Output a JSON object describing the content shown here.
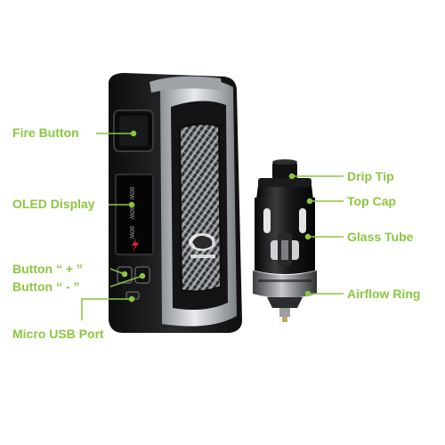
{
  "labels": {
    "fire_button": "Fire Button",
    "oled_display": "OLED Display",
    "button_plus": "Button “ + ”",
    "button_minus": "Button “ - ”",
    "micro_usb_port": "Micro USB Port",
    "drip_tip": "Drip Tip",
    "top_cap": "Top Cap",
    "glass_tube": "Glass Tube",
    "airflow_ring": "Airflow Ring"
  },
  "screen_values": [
    "80W",
    "80W",
    "80W"
  ],
  "colors": {
    "label_color": "#8cc63f",
    "leader_line_color": "#8cc63f",
    "device_body": "#1b1b1d",
    "device_trim": "#b9bcc0",
    "fire_indicator": "#e5202a"
  },
  "icons": {
    "brand_emblem": "lion-emblem-icon",
    "battery_indicator": "lightning-icon"
  }
}
